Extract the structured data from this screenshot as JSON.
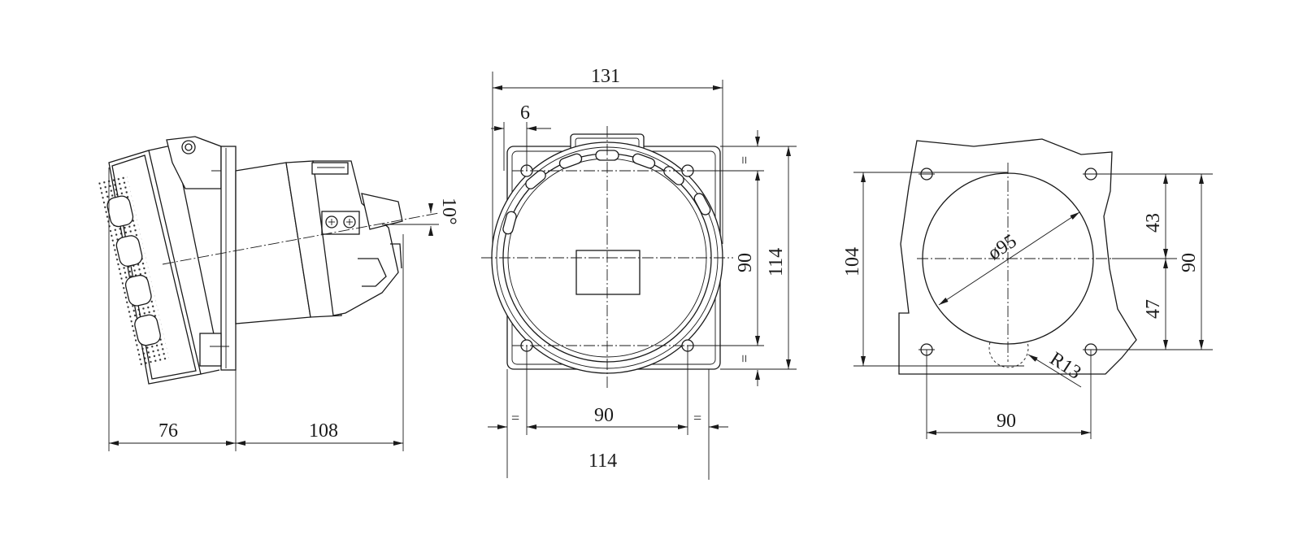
{
  "side_view": {
    "dims": {
      "depth_front": "76",
      "depth_rear": "108",
      "tilt_angle": "10°"
    }
  },
  "front_view": {
    "dims": {
      "overall_width": "131",
      "hole_offset": "6",
      "hole_spacing_vertical": "90",
      "overall_height": "114",
      "hole_spacing_horizontal": "90",
      "overall_width_bottom": "114",
      "equal_mark": "="
    }
  },
  "cutout_view": {
    "dims": {
      "bore_diameter": "ø95",
      "height": "104",
      "hole_upper": "43",
      "hole_lower": "47",
      "hole_spacing_vertical": "90",
      "corner_radius": "R13",
      "hole_spacing_horizontal": "90"
    }
  }
}
